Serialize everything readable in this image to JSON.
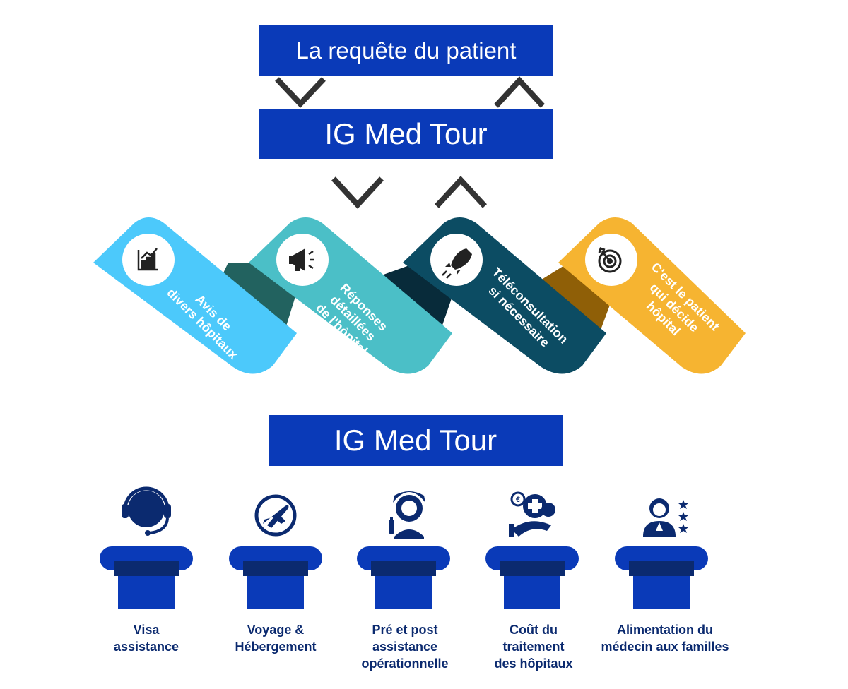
{
  "header": {
    "request_label": "La requête du patient",
    "service_top": "IG Med Tour",
    "service_bottom": "IG Med Tour"
  },
  "steps": [
    {
      "lines": [
        "Avis de",
        "divers hôpitaux"
      ],
      "icon": "chart-icon",
      "color": "#4cc9fb"
    },
    {
      "lines": [
        "Réponses",
        "détaillées",
        "de l'hôpital"
      ],
      "icon": "megaphone-icon",
      "color": "#4bbfc7"
    },
    {
      "lines": [
        "Téléconsultation",
        "si nécessaire"
      ],
      "icon": "rocket-icon",
      "color": "#0c4c63"
    },
    {
      "lines": [
        "C'est le patient",
        "qui décide",
        "hôpital"
      ],
      "icon": "target-icon",
      "color": "#f6b431"
    }
  ],
  "services": [
    {
      "lines": [
        "Visa",
        "assistance"
      ],
      "icon": "headset-icon"
    },
    {
      "lines": [
        "Voyage &",
        "Hébergement"
      ],
      "icon": "airplane-icon"
    },
    {
      "lines": [
        "Pré et post",
        "assistance",
        "opérationnelle"
      ],
      "icon": "support-agent-icon"
    },
    {
      "lines": [
        "Coût du",
        "traitement",
        "des hôpitaux"
      ],
      "icon": "medical-cost-icon"
    },
    {
      "lines": [
        "Alimentation du",
        "médecin aux familles"
      ],
      "icon": "doctor-icon"
    }
  ],
  "colors": {
    "brand_blue": "#0a3ab8",
    "label_navy": "#0b2a6f",
    "arrow_gray": "#333333"
  }
}
